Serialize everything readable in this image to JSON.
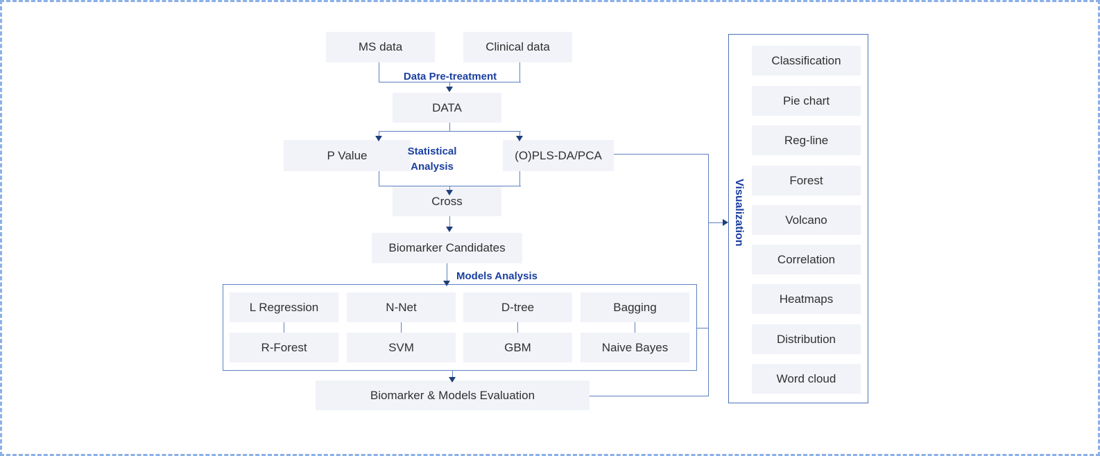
{
  "diagram": {
    "title": "Metabolomics biomarker discovery workflow",
    "colors": {
      "box_fill": "#f1f3f8",
      "label_blue": "#1a3fa0",
      "connector_blue": "#5b7fc2",
      "arrow_blue": "#1f3f7a",
      "page_border": "#8ab0e8"
    }
  },
  "inputs": [
    {
      "label": "MS data"
    },
    {
      "label": "Clinical data"
    }
  ],
  "process_labels": {
    "pretreatment": "Data Pre-treatment",
    "statistical_line1": "Statistical",
    "statistical_line2": "Analysis",
    "models": "Models Analysis",
    "visualization": "Visualization"
  },
  "pipeline": {
    "data": "DATA",
    "p_value": "P Value",
    "plsda": "(O)PLS-DA/PCA",
    "cross": "Cross",
    "candidates": "Biomarker Candidates",
    "evaluation": "Biomarker & Models Evaluation"
  },
  "models": {
    "row1": [
      {
        "label": "L Regression"
      },
      {
        "label": "N-Net"
      },
      {
        "label": "D-tree"
      },
      {
        "label": "Bagging"
      }
    ],
    "row2": [
      {
        "label": "R-Forest"
      },
      {
        "label": "SVM"
      },
      {
        "label": "GBM"
      },
      {
        "label": "Naive Bayes"
      }
    ]
  },
  "visualization": {
    "items": [
      {
        "label": "Classification"
      },
      {
        "label": "Pie chart"
      },
      {
        "label": "Reg-line"
      },
      {
        "label": "Forest"
      },
      {
        "label": "Volcano"
      },
      {
        "label": "Correlation"
      },
      {
        "label": "Heatmaps"
      },
      {
        "label": "Distribution"
      },
      {
        "label": "Word cloud"
      }
    ]
  }
}
